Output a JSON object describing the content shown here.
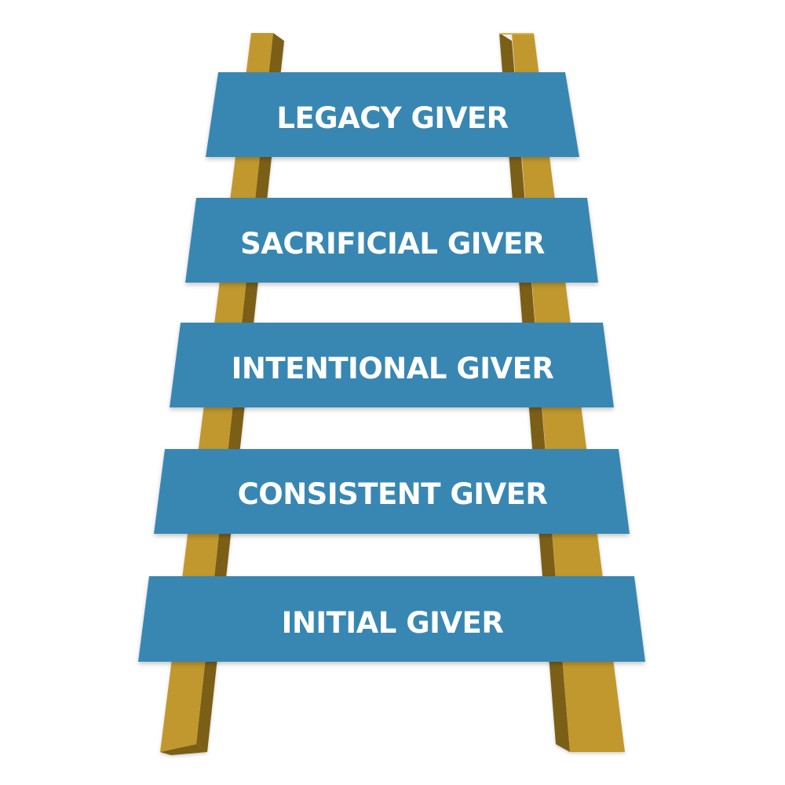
{
  "diagram": {
    "type": "ladder",
    "colors": {
      "rung_fill": "#3887b3",
      "rung_text": "#ffffff",
      "rail_front": "#c1982f",
      "rail_side": "#7c5f14",
      "rail_top": "#d9b24a"
    },
    "rungs": [
      {
        "label": "LEGACY GIVER"
      },
      {
        "label": "SACRIFICIAL GIVER"
      },
      {
        "label": "INTENTIONAL GIVER"
      },
      {
        "label": "CONSISTENT GIVER"
      },
      {
        "label": "INITIAL GIVER"
      }
    ]
  }
}
